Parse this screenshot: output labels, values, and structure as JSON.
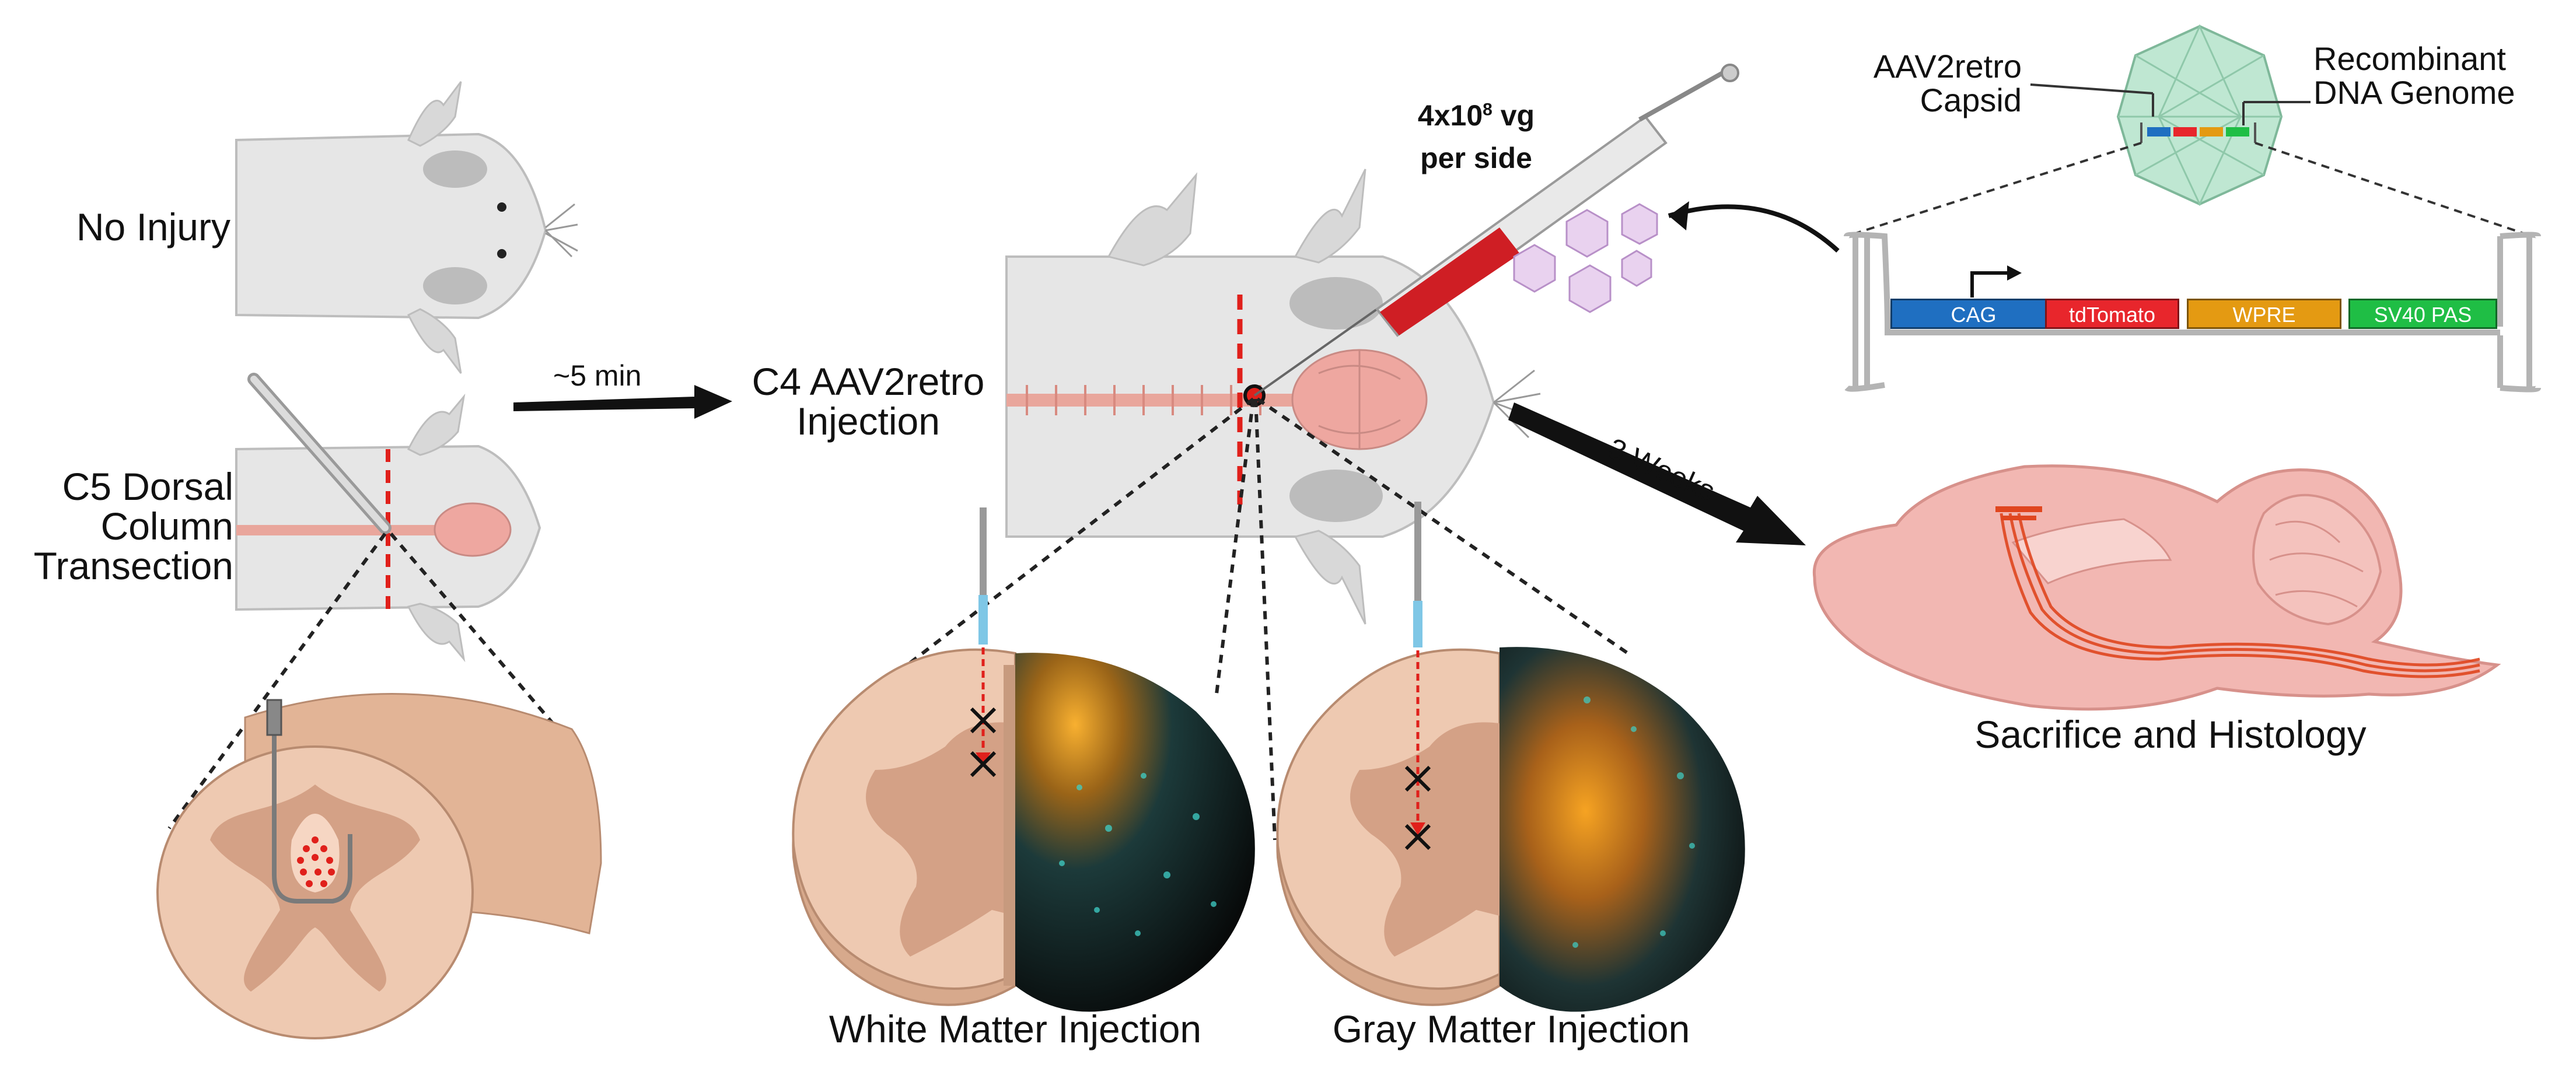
{
  "labels": {
    "no_injury": "No Injury",
    "c5_line1": "C5 Dorsal",
    "c5_line2": "Column",
    "c5_line3": "Transection",
    "time_delay": "~5 min",
    "c4_line1": "C4 AAV2retro",
    "c4_line2": "Injection",
    "dose_base": "4x10",
    "dose_exp": "8",
    "dose_unit": " vg",
    "dose_line2": "per side",
    "capsid_line1": "AAV2retro",
    "capsid_line2": "Capsid",
    "genome_line1": "Recombinant",
    "genome_line2": "DNA Genome",
    "weeks": "3 Weeks",
    "sacrifice": "Sacrifice and Histology",
    "white_matter": "White Matter Injection",
    "gray_matter": "Gray Matter Injection"
  },
  "genome_elements": [
    {
      "label": "CAG",
      "color": "#1f6fc1"
    },
    {
      "label": "tdTomato",
      "color": "#e8262c"
    },
    {
      "label": "WPRE",
      "color": "#e49a12"
    },
    {
      "label": "SV40 PAS",
      "color": "#1fbe45"
    }
  ],
  "colors": {
    "mouse_body": "#e6e6e6",
    "mouse_outline": "#b9b9b9",
    "spinal_tissue": "#e4b9a0",
    "gray_matter": "#d4a186",
    "cut_line": "#e0201b",
    "brain": "#f2b7b2",
    "tract": "#e0461f",
    "fluor_orange": "#f4a020",
    "fluor_cyan": "#35c0c0"
  }
}
